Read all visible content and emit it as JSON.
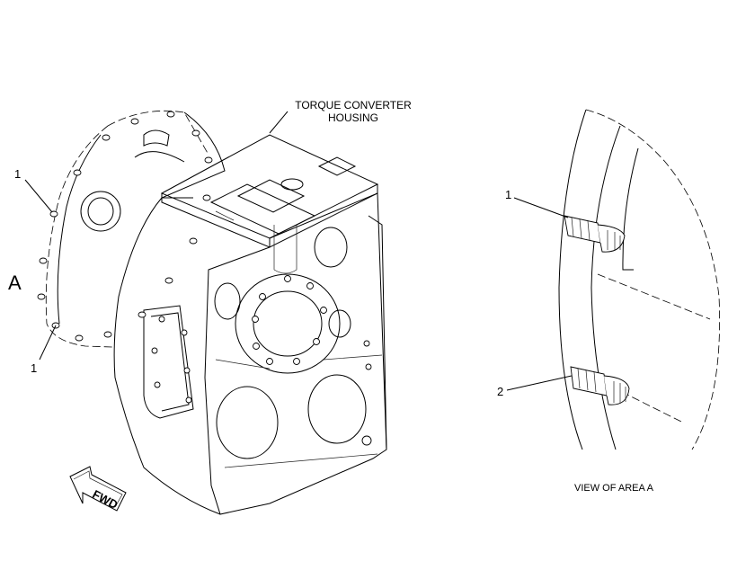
{
  "labels": {
    "housing_line1": "TORQUE CONVERTER",
    "housing_line2": "HOUSING",
    "area_a": "A",
    "callout_1_top": "1",
    "callout_1_bottom": "1",
    "view_callout_1": "1",
    "view_callout_2": "2",
    "view_caption": "VIEW OF AREA A",
    "fwd": "FWD"
  }
}
